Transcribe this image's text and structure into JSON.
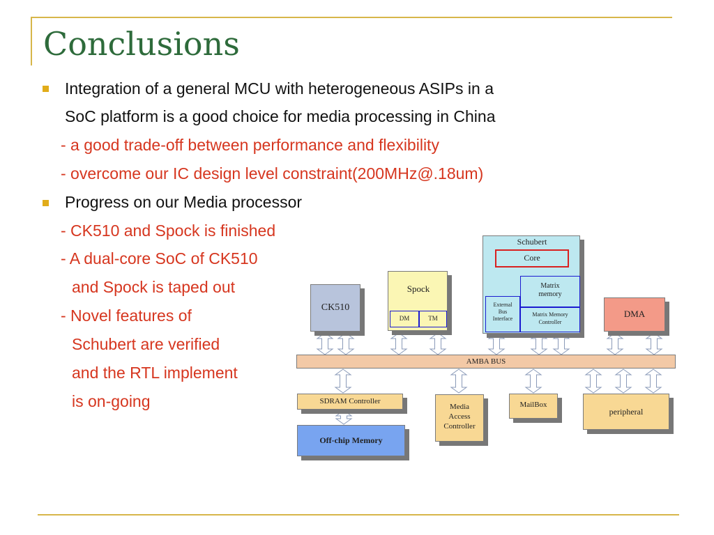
{
  "title": "Conclusions",
  "bullets": [
    {
      "lines": [
        "Integration of a general MCU with heterogeneous ASIPs in a",
        "SoC platform is a good choice for media processing in China"
      ]
    },
    {
      "lines": [
        "Progress on our Media processor"
      ]
    }
  ],
  "sub1": [
    "- a good trade-off between performance and flexibility",
    "- overcome our IC design level constraint(200MHz@.18um)"
  ],
  "sub2": [
    "- CK510 and Spock is finished",
    "- A dual-core SoC of CK510",
    "and Spock is taped out",
    "- Novel features of",
    "Schubert are verified",
    "and the RTL implement",
    "is on-going"
  ],
  "diagram": {
    "ck510": "CK510",
    "spock": "Spock",
    "dm": "DM",
    "tm": "TM",
    "schubert": "Schubert",
    "core": "Core",
    "matrix_memory": [
      "Matrix",
      "memory"
    ],
    "external_bus": [
      "External",
      "Bus",
      "Interface"
    ],
    "matrix_memory_controller": [
      "Matrix Memory",
      "Controller"
    ],
    "dma": "DMA",
    "amba_bus": "AMBA BUS",
    "sdram_controller": "SDRAM  Controller",
    "offchip_memory": "Off-chip Memory",
    "media_access": [
      "Media",
      "Access",
      "Controller"
    ],
    "mailbox": "MailBox",
    "peripheral": "peripheral",
    "colors": {
      "ck510": "#b8c4dc",
      "spock": "#fbf6b4",
      "schubert": "#bde8f0",
      "dma": "#f39a88",
      "amba": "#f3c9a6",
      "tan": "#f8d894",
      "offchip": "#78a4f0",
      "accent_red": "#d92020",
      "accent_blue": "#1a1ad0"
    }
  }
}
